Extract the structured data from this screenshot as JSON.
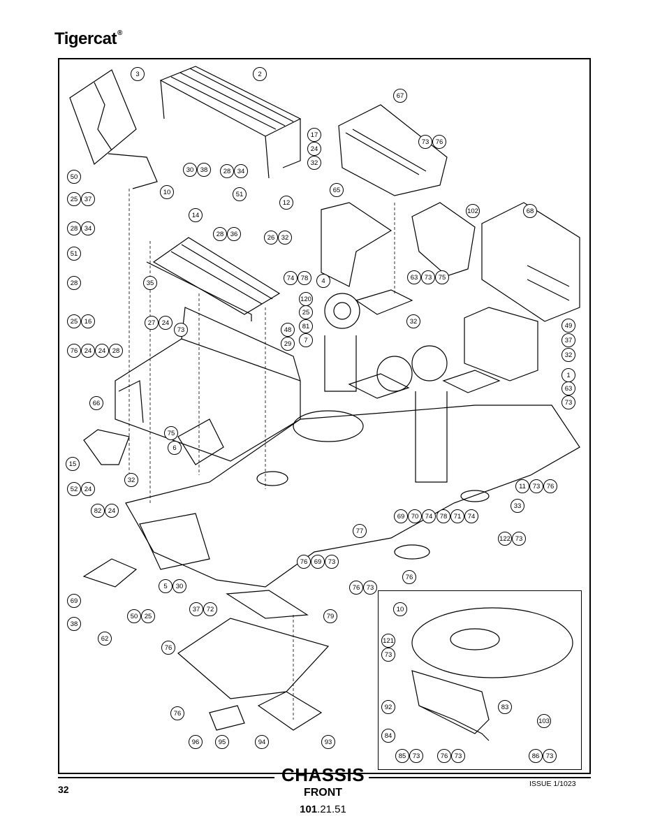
{
  "brand": {
    "name": "Tigercat",
    "mark": "®"
  },
  "footer": {
    "title": "CHASSIS",
    "subtitle": "FRONT",
    "doc_prefix": "101",
    "doc_suffix": ".21.51",
    "page_number": "32",
    "issue": "ISSUE 1/1023"
  },
  "callouts": [
    "3",
    "2",
    "67",
    "17",
    "24",
    "32",
    "73",
    "76",
    "50",
    "30",
    "38",
    "28",
    "34",
    "10",
    "25",
    "37",
    "51",
    "12",
    "65",
    "102",
    "68",
    "28",
    "34",
    "14",
    "28",
    "36",
    "26",
    "32",
    "51",
    "74",
    "78",
    "63",
    "73",
    "75",
    "28",
    "35",
    "4",
    "120",
    "25",
    "25",
    "16",
    "27",
    "24",
    "32",
    "81",
    "73",
    "48",
    "7",
    "29",
    "49",
    "37",
    "76",
    "24",
    "24",
    "28",
    "32",
    "66",
    "1",
    "63",
    "73",
    "75",
    "15",
    "6",
    "52",
    "24",
    "32",
    "11",
    "73",
    "76",
    "82",
    "24",
    "33",
    "69",
    "70",
    "74",
    "78",
    "71",
    "74",
    "77",
    "122",
    "73",
    "76",
    "69",
    "73",
    "76",
    "73",
    "76",
    "69",
    "5",
    "30",
    "38",
    "50",
    "25",
    "37",
    "72",
    "79",
    "62",
    "10",
    "121",
    "73",
    "76",
    "92",
    "83",
    "103",
    "84",
    "85",
    "73",
    "76",
    "73",
    "86",
    "73",
    "76",
    "96",
    "95",
    "94",
    "93",
    "95"
  ]
}
